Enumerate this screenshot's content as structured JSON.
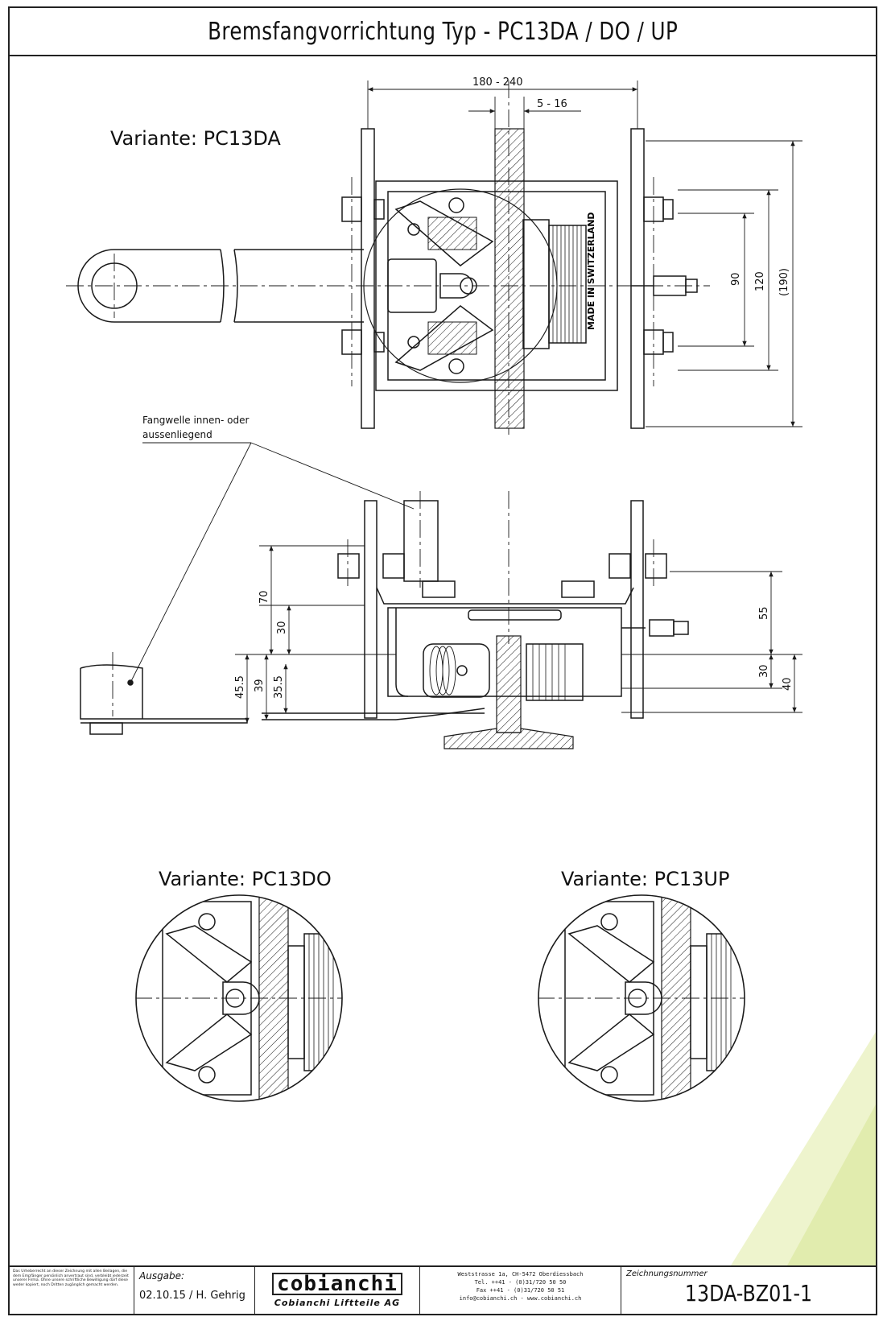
{
  "title": "Bremsfangvorrichtung Typ - PC13DA / DO / UP",
  "variants": {
    "top": "Variante: PC13DA",
    "left": "Variante: PC13DO",
    "right": "Variante: PC13UP"
  },
  "dimensions": {
    "width_range": "180 - 240",
    "gap_range": "5 - 16",
    "h90": "90",
    "h120": "120",
    "h190": "(190)",
    "h70": "70",
    "h30a": "30",
    "h455": "45.5",
    "h39": "39",
    "h355": "35.5",
    "h55": "55",
    "h30b": "30",
    "h40": "40"
  },
  "annotation": {
    "line1": "Fangwelle innen- oder",
    "line2": "aussenliegend"
  },
  "plate_text": "MADE IN SWITZERLAND",
  "title_block": {
    "legal_text": "Das Urheberrecht an dieser Zeichnung mit allen Beilagen, die dem Empfänger persönlich anvertraut sind, verbleibt jederzeit unserer Firma. Ohne unsere schriftliche Bewilligung darf diese weder kopiert, noch Dritten zugänglich gemacht werden.",
    "issue_label": "Ausgabe:",
    "issue_value": "02.10.15 / H. Gehrig",
    "logo_word": "cobianchi",
    "logo_sub": "Cobianchi Liftteile AG",
    "address_1": "Weststrasse 1a, CH-5472 Oberdiessbach",
    "address_2": "Tel. ++41 - (0)31/720 50 50",
    "address_3": "Fax ++41 - (0)31/720 50 51",
    "address_4": "info@cobianchi.ch - www.cobianchi.ch",
    "number_label": "Zeichnungsnummer",
    "number_value": "13DA-BZ01-1"
  },
  "colors": {
    "line": "#1a1a1a",
    "watermark": "#dfe9a6"
  }
}
